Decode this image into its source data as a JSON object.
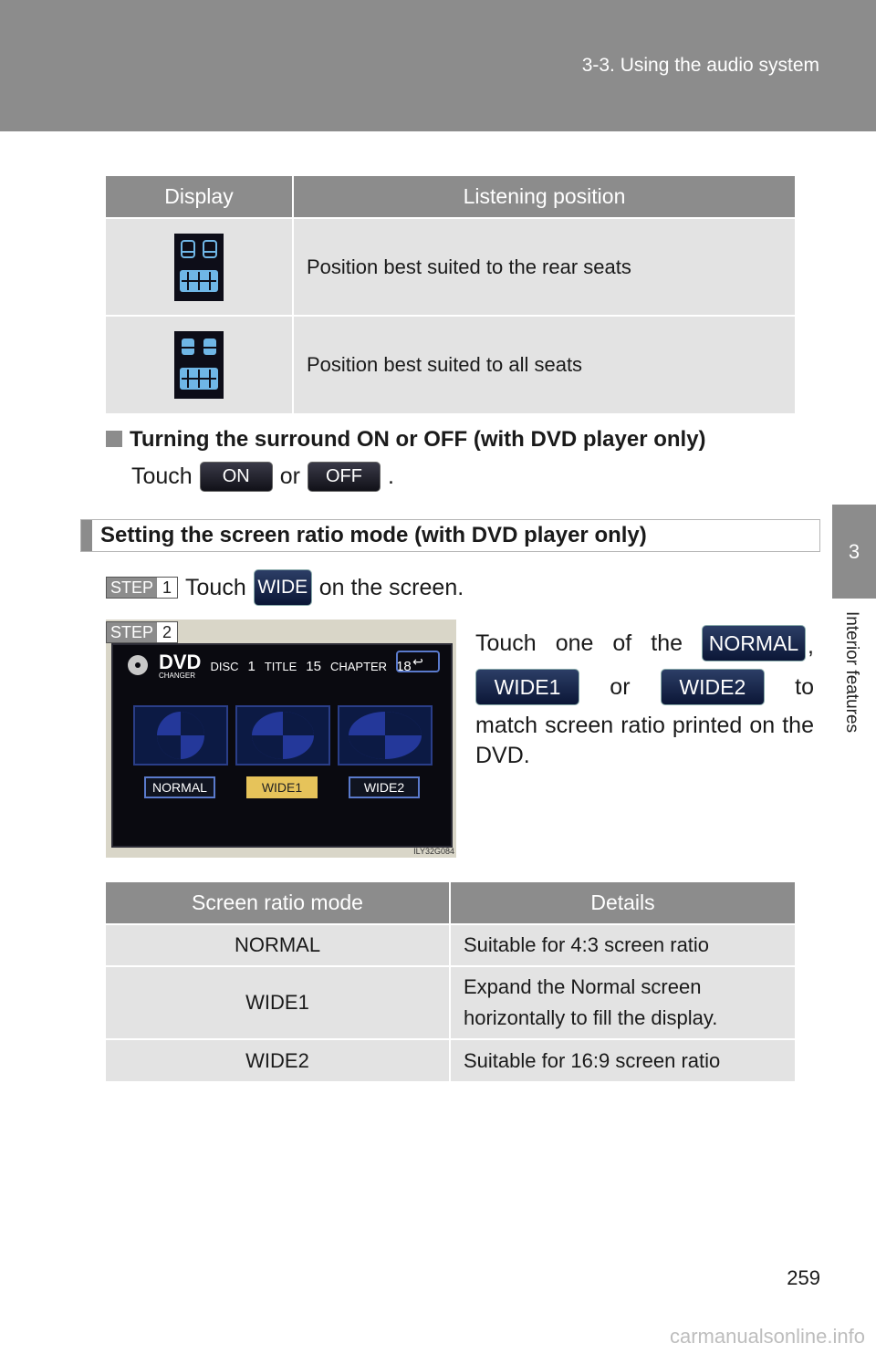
{
  "header": {
    "title": "3-3. Using the audio system"
  },
  "side": {
    "chapter": "3",
    "label": "Interior features"
  },
  "table1": {
    "headers": [
      "Display",
      "Listening position"
    ],
    "rows": [
      {
        "icon": "rear-seats-sound-icon",
        "text": "Position best suited to the rear seats"
      },
      {
        "icon": "all-seats-sound-icon",
        "text": "Position best suited to all seats"
      }
    ]
  },
  "surround": {
    "heading": "Turning the surround ON or OFF (with DVD player only)",
    "touch": "Touch",
    "on": "ON",
    "or": "or",
    "off": "OFF",
    "period": "."
  },
  "section": {
    "title": "Setting the screen ratio mode (with DVD player only)"
  },
  "step1": {
    "step": "STEP",
    "num": "1",
    "touch": "Touch",
    "button": "WIDE",
    "suffix": "on the screen."
  },
  "step2": {
    "step": "STEP",
    "num": "2",
    "line1": [
      "Touch",
      "one",
      "of",
      "the"
    ],
    "normal": "NORMAL",
    "comma": ",",
    "wide1": "WIDE1",
    "or": "or",
    "wide2": "WIDE2",
    "to": "to",
    "rest": "match screen ratio printed on the DVD."
  },
  "screen": {
    "dvd": "DVD",
    "changer": "CHANGER",
    "disc_label": "DISC",
    "disc": "1",
    "title_label": "TITLE",
    "title": "15",
    "chapter_label": "CHAPTER",
    "chapter": "18",
    "back": "↩",
    "buttons": [
      "NORMAL",
      "WIDE1",
      "WIDE2"
    ],
    "code": "ILY32G084"
  },
  "table2": {
    "headers": [
      "Screen ratio mode",
      "Details"
    ],
    "rows": [
      {
        "mode": "NORMAL",
        "details": [
          "Suitable for 4:3 screen ratio"
        ]
      },
      {
        "mode": "WIDE1",
        "details": [
          "Expand the Normal screen",
          "horizontally to fill the display."
        ]
      },
      {
        "mode": "WIDE2",
        "details": [
          "Suitable for 16:9 screen ratio"
        ]
      }
    ]
  },
  "page": {
    "number": "259",
    "watermark": "carmanualsonline.info"
  },
  "colors": {
    "header": "#8c8c8c",
    "row": "#e3e3e3",
    "button": "#111118",
    "screen_selected": "#e6c35a"
  }
}
